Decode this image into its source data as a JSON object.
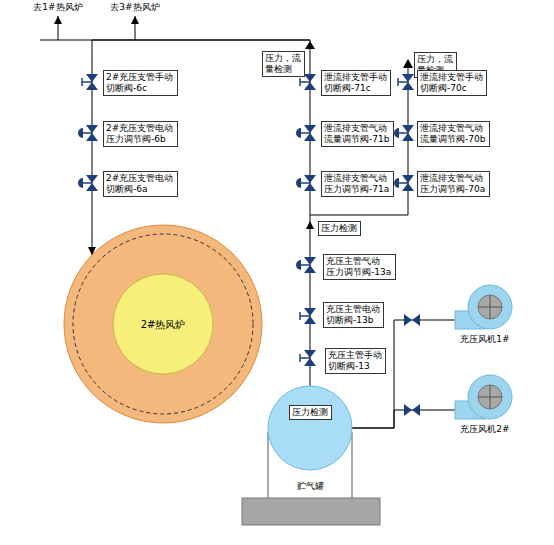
{
  "diagram": {
    "nodes": [
      {
        "text": [
          "压力，流 量检测"
        ]
      },
      {
        "text": [
          "压力，流 量检测"
        ]
      },
      {
        "text": [
          "2#充压支管手动 切断阀-6c"
        ]
      },
      {
        "text": [
          "泄流排支管手动 切断阀-71c"
        ]
      },
      {
        "text": [
          "泄流排支管手动 切断阀-70c"
        ]
      },
      {
        "text": [
          "2#充压支管电动 压力调节阀-6b"
        ]
      },
      {
        "text": [
          "泄流排支管气动 流量调节阀-71b"
        ]
      },
      {
        "text": [
          "泄流排支管气动 流量调节阀-70b"
        ]
      },
      {
        "text": [
          "2#充压支管电动 切断阀-6a"
        ]
      },
      {
        "text": [
          "泄流排支管气动 压力调节阀-71a"
        ]
      },
      {
        "text": [
          "泄流排支管气动 压力调节阀-70a"
        ]
      },
      {
        "text": [
          "压力检测"
        ]
      },
      {
        "text": [
          "充压主管气动 压力调节阀-13a"
        ]
      },
      {
        "text": [
          "2#热风炉"
        ]
      },
      {
        "text": [
          "充压主管电动 切断阀-13b"
        ]
      },
      {
        "text": [
          "充压风机1#"
        ]
      },
      {
        "text": [
          "充压主管手动 切断阀-13"
        ]
      },
      {
        "text": [
          "贮气罐"
        ]
      },
      {
        "text": [
          "压力检测"
        ],
        "in": 17
      },
      {
        "text": [
          "充压风机2#"
        ]
      }
    ],
    "edges": [
      {
        "from": 17,
        "to": 13,
        "arrow": "to"
      },
      {
        "from": 15,
        "to": 17,
        "arrow": "none"
      },
      {
        "from": 19,
        "to": 17,
        "arrow": "none"
      }
    ],
    "labels": [
      "去1#热风炉",
      "去3#热风炉"
    ]
  }
}
